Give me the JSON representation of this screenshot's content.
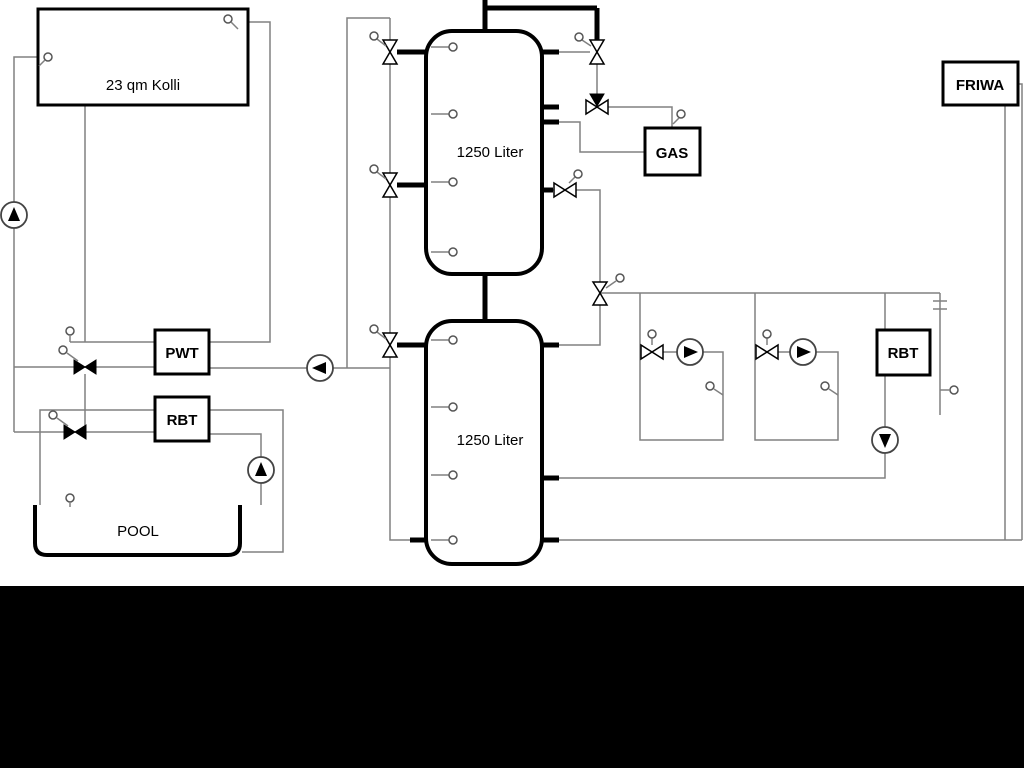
{
  "labels": {
    "collector": "23 qm Kolli",
    "upper_tank": "1250 Liter",
    "lower_tank": "1250 Liter",
    "gas": "GAS",
    "friwa": "FRIWA",
    "pwt": "PWT",
    "rbt_left": "RBT",
    "rbt_right": "RBT",
    "pool": "POOL"
  },
  "colors": {
    "pipe": "#808080",
    "outline": "#000000",
    "background": "#ffffff",
    "letterbox": "#000000"
  }
}
